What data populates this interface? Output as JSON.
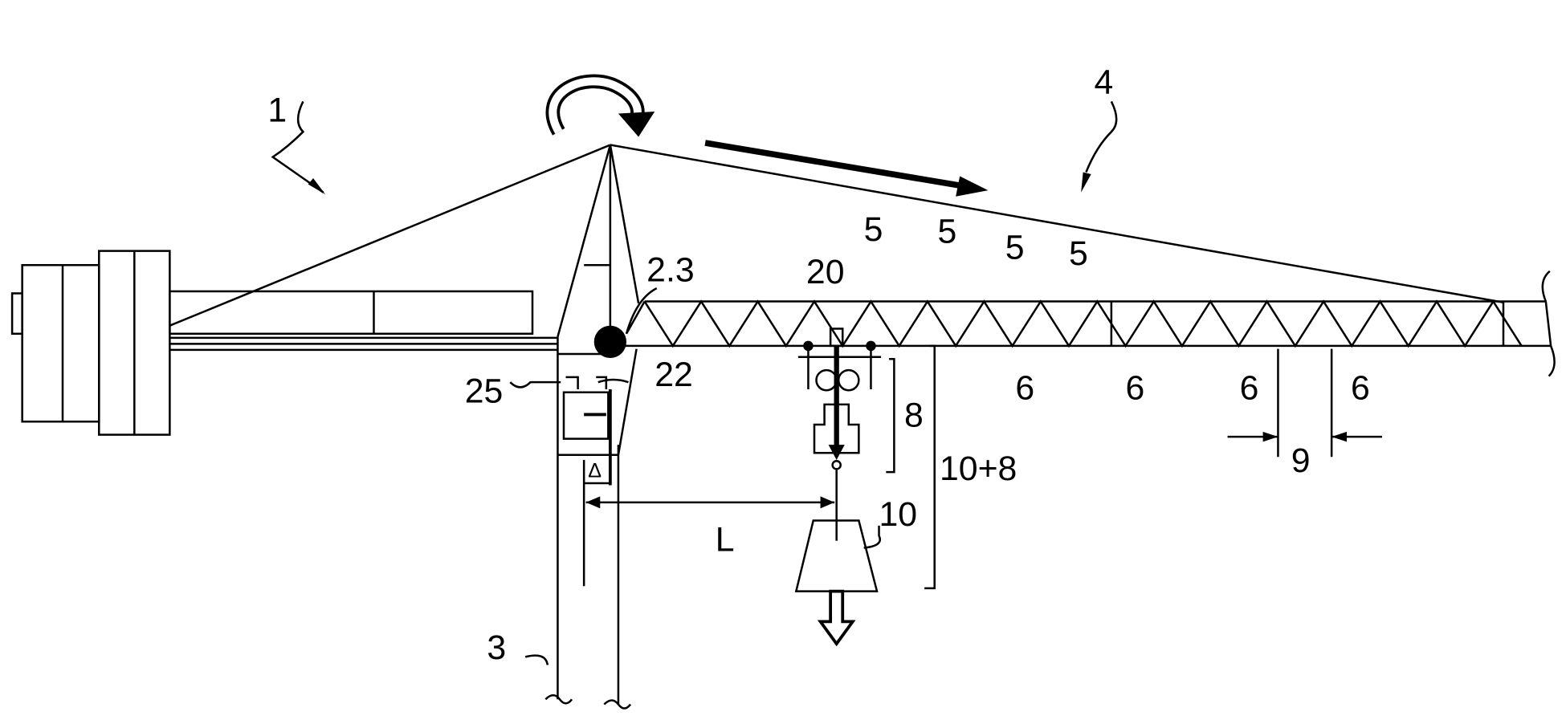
{
  "figure": {
    "labels": {
      "crane": "1",
      "jib": "4",
      "slew_point": "2.3",
      "trolley": "20",
      "sensor_25": "25",
      "sensor_22": "22",
      "mast": "3",
      "load": "10",
      "trolley_hoist": "8",
      "total_load": "10+8",
      "spacing": "9",
      "radius": "L",
      "deflection": "Δ",
      "jib_sections": [
        "5",
        "5",
        "5",
        "5"
      ],
      "lattice_elements": [
        "6",
        "6",
        "6",
        "6"
      ]
    }
  }
}
